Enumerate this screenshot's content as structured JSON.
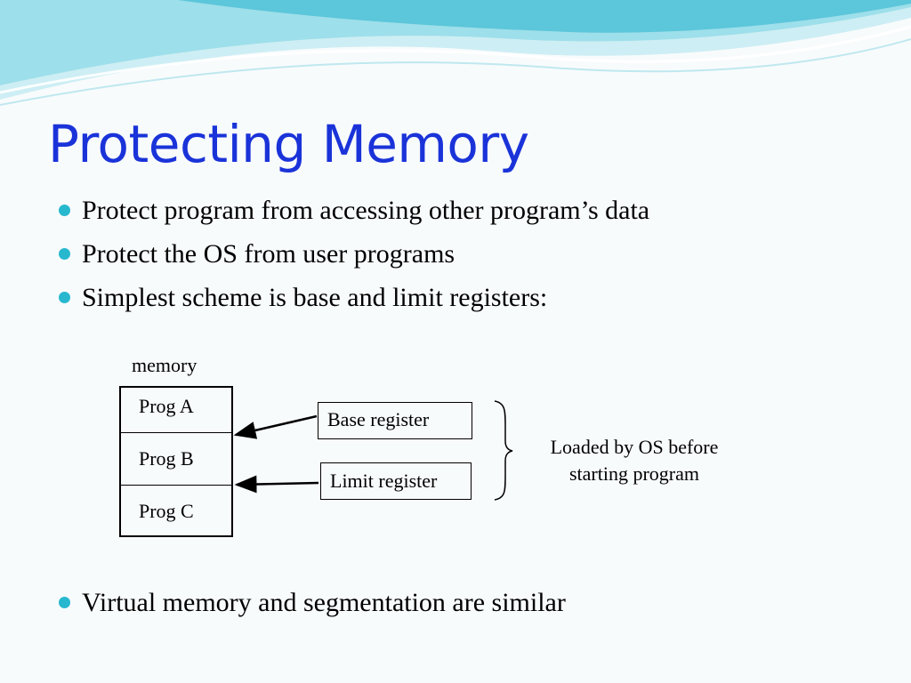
{
  "slide": {
    "title": "Protecting Memory",
    "bullets": [
      "Protect program from accessing other program’s data",
      "Protect the OS from user programs",
      "Simplest scheme is base and limit registers:",
      "Virtual memory and segmentation are similar"
    ]
  },
  "diagram": {
    "memory_label": "memory",
    "programs": [
      "Prog A",
      "Prog B",
      "Prog C"
    ],
    "base_register": "Base register",
    "limit_register": "Limit register",
    "loaded_line1": "Loaded by OS before",
    "loaded_line2": "starting program"
  },
  "colors": {
    "title": "#1a33d9",
    "bullet": "#27b8cf",
    "wave_light": "#bfe8ef",
    "wave_mid": "#7fd3e2",
    "wave_dark": "#3fb6cf"
  }
}
